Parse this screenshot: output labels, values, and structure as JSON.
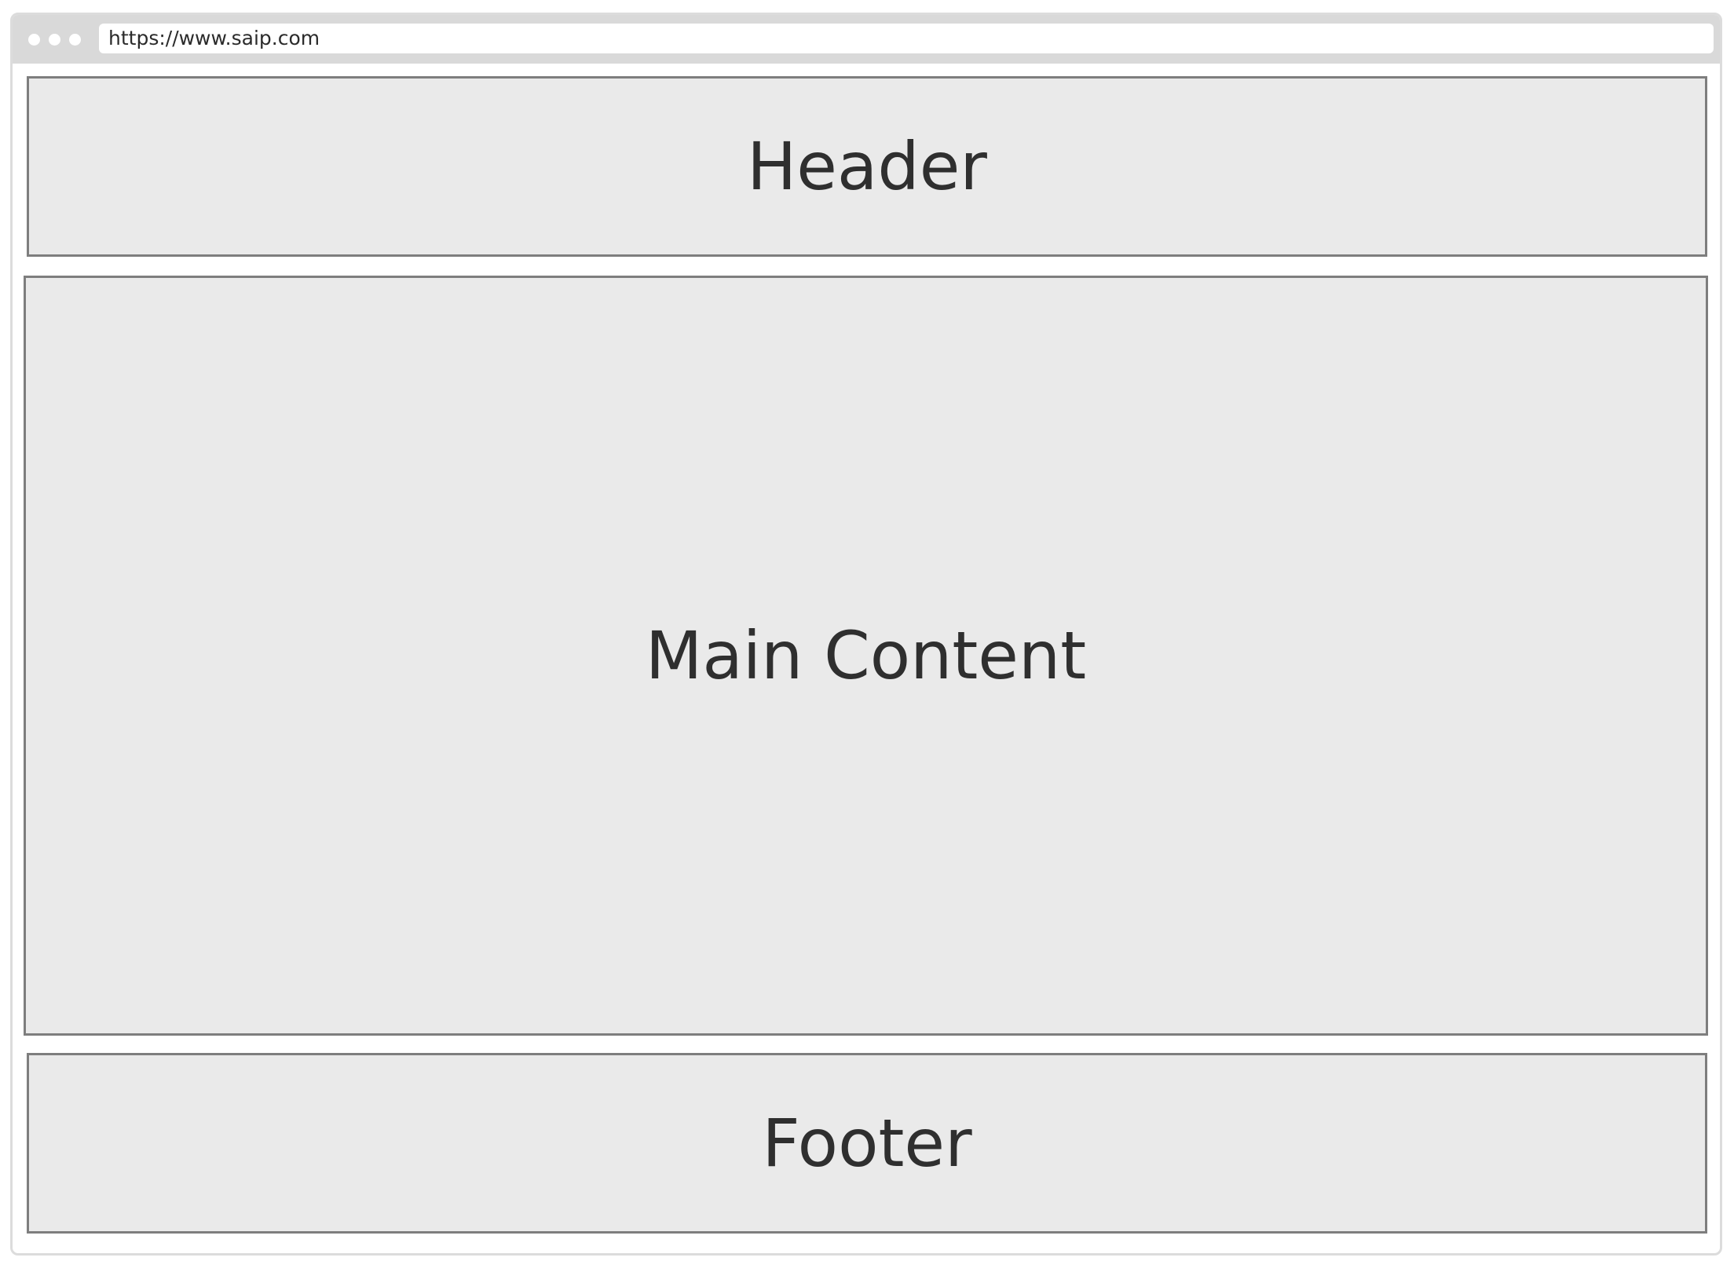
{
  "browser": {
    "url": "https://www.saip.com"
  },
  "layout": {
    "header_label": "Header",
    "main_label": "Main Content",
    "footer_label": "Footer"
  },
  "colors": {
    "frame": "#d9d9d9",
    "region_fill": "#eaeaea",
    "region_border": "#7e7e7e",
    "text": "#2f2f2f"
  }
}
